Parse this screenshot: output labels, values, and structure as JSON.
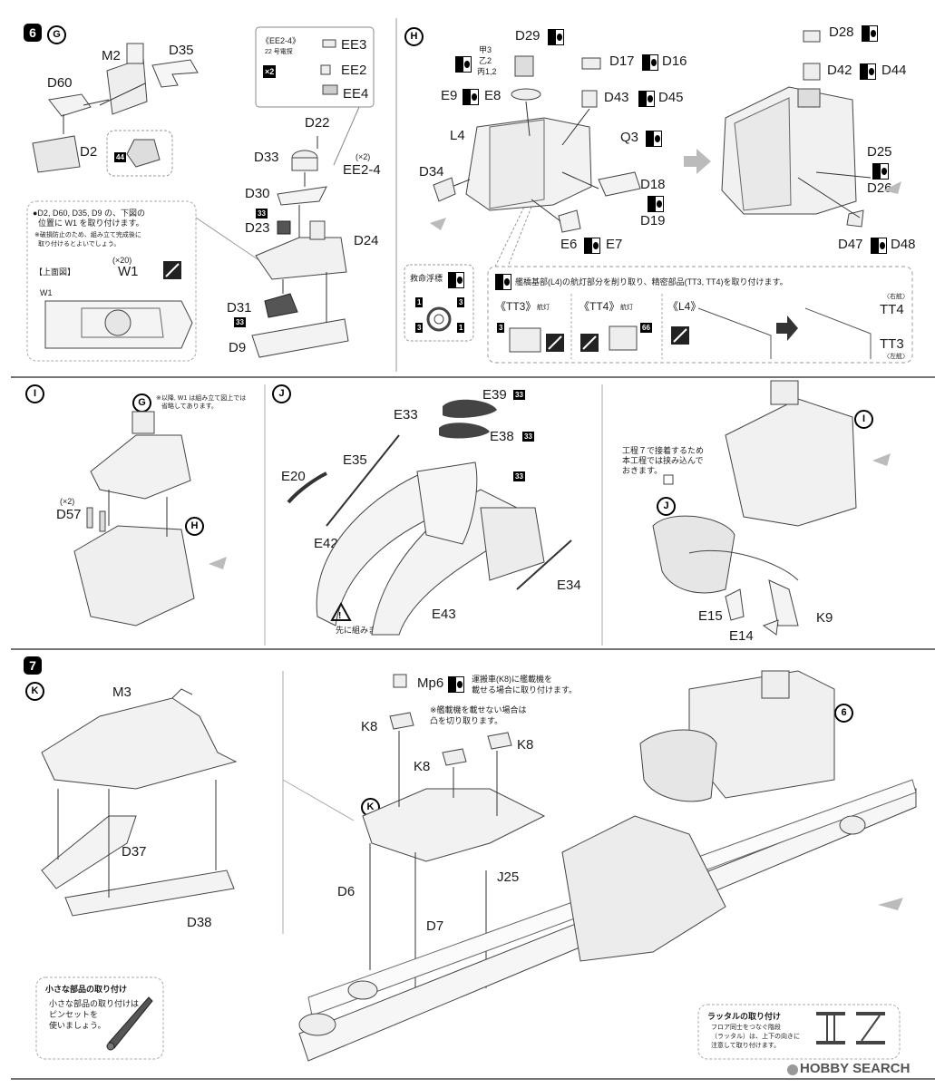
{
  "steps": {
    "s6": "6",
    "s7": "7"
  },
  "sub": {
    "G": "G",
    "H": "H",
    "I": "I",
    "J": "J",
    "K": "K"
  },
  "g": {
    "M2": "M2",
    "D35": "D35",
    "D60": "D60",
    "D2": "D2",
    "ref_num": "44",
    "note_line1": "●D2, D60, D35, D9 の、下図の",
    "note_line2": "位置に W1 を取り付けます。",
    "note_line3": "※破損防止のため、組み立て完成後に",
    "note_line4": "取り付けるとよいでしょう。",
    "top_view": "【上面図】",
    "x20": "(×20)",
    "W1": "W1",
    "W1_left": "W1"
  },
  "ee": {
    "title": "《EE2-4》",
    "caption": "22 号電探",
    "x2": "×2",
    "EE3": "EE3",
    "EE2": "EE2",
    "EE4": "EE4"
  },
  "g2": {
    "D22": "D22",
    "x2": "(×2)",
    "EE24": "EE2-4",
    "D33": "D33",
    "D30": "D30",
    "n33a": "33",
    "D23": "D23",
    "D24": "D24",
    "D31": "D31",
    "n33b": "33",
    "D9": "D9"
  },
  "h": {
    "D29": "D29",
    "k1": "甲3",
    "k2": "乙2",
    "k3": "丙1,2",
    "D17": "D17",
    "D16": "D16",
    "E9": "E9",
    "E8": "E8",
    "D43": "D43",
    "D45": "D45",
    "L4": "L4",
    "Q3": "Q3",
    "D34": "D34",
    "D18": "D18",
    "D19": "D19",
    "E6": "E6",
    "E7": "E7",
    "D28": "D28",
    "D42": "D42",
    "D44": "D44",
    "D25": "D25",
    "D26": "D26",
    "D47": "D47",
    "D48": "D48",
    "lifebuoy": "救命浮標",
    "n1a": "1",
    "n3a": "3",
    "n3b": "3",
    "n1b": "1",
    "instr": "艦橋基部(L4)の航灯部分を削り取り、精密部品(TT3, TT4)を取り付けます。",
    "tt3": "《TT3》",
    "tt3_sub": "航灯",
    "tt4": "《TT4》",
    "tt4_sub": "航灯",
    "l4": "《L4》",
    "n3": "3",
    "n66": "66",
    "right_sub": "〈右舷〉",
    "TT4": "TT4",
    "TT3": "TT3",
    "left_sub": "〈左舷〉"
  },
  "i": {
    "G": "G",
    "note1": "※以降, W1 は組み立て図上では",
    "note2": "省略してあります。",
    "x2": "(×2)",
    "D57": "D57",
    "H": "H"
  },
  "j": {
    "E39": "E39",
    "n33a": "33",
    "E33": "E33",
    "E38": "E38",
    "n33b": "33",
    "E35": "E35",
    "E20": "E20",
    "n33c": "33",
    "E42": "E42",
    "E34": "E34",
    "E43": "E43",
    "warn": "先に組みます。",
    "note1": "工程７で接着するため",
    "note2": "本工程では挟み込んで",
    "note3": "おきます。",
    "I": "I",
    "E15": "E15",
    "E14": "E14",
    "K9": "K9",
    "J": "J"
  },
  "s7": {
    "M3": "M3",
    "D37": "D37",
    "D38": "D38",
    "Mp6": "Mp6",
    "mp_note1": "運搬車(K8)に艦載機を",
    "mp_note2": "載せる場合に取り付けます。",
    "cut1": "※艦載機を載せない場合は",
    "cut2": "凸を切り取ります。",
    "K8a": "K8",
    "K8b": "K8",
    "K8c": "K8",
    "K": "K",
    "D6": "D6",
    "D7": "D7",
    "J25": "J25",
    "six": "6",
    "small_title": "小さな部品の取り付け",
    "small1": "小さな部品の取り付けは",
    "small2": "ピンセットを",
    "small3": "使いましょう。",
    "rat_title": "ラッタルの取り付け",
    "rat1": "フロア同士をつなぐ階段",
    "rat2": "（ラッタル）は、上下の向きに",
    "rat3": "注意して取り付けます。"
  },
  "watermark": "HOBBY SEARCH"
}
